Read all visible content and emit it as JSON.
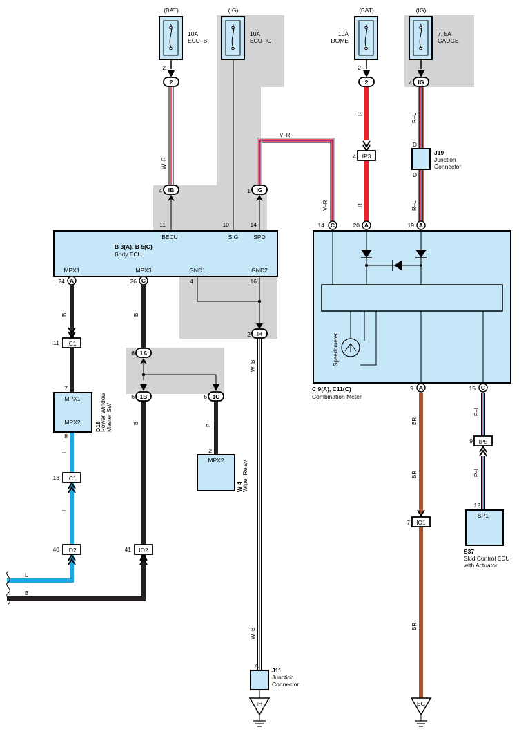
{
  "fuses": {
    "ecu_b": {
      "source": "(BAT)",
      "rating": "10A",
      "name": "ECU–B"
    },
    "ecu_ig": {
      "source": "(IG)",
      "rating": "10A",
      "name": "ECU–IG"
    },
    "dome": {
      "source": "(BAT)",
      "rating": "10A",
      "name": "DOME"
    },
    "gauge": {
      "source": "(IG)",
      "rating": "7. 5A",
      "name": "GAUGE"
    }
  },
  "connectors": {
    "c2a": {
      "code": "2",
      "pin": "2"
    },
    "c2b": {
      "code": "2",
      "pin": "2"
    },
    "ig_top": {
      "code": "IG",
      "pin": "4"
    },
    "ib": {
      "code": "IB",
      "pin": "4"
    },
    "ig_mid": {
      "code": "IG",
      "pin": "1"
    },
    "ip3": {
      "code": "IP3",
      "pin": "4"
    },
    "ih_top": {
      "code": "IH",
      "pin": "2"
    },
    "ic1a": {
      "code": "IC1",
      "pin": "11"
    },
    "ic1b": {
      "code": "IC1",
      "pin": "13"
    },
    "onea": {
      "code": "1A",
      "pin": "6"
    },
    "oneb": {
      "code": "1B",
      "pin": "6"
    },
    "onec": {
      "code": "1C",
      "pin": "6"
    },
    "id2a": {
      "code": "ID2",
      "pin": "40"
    },
    "id2b": {
      "code": "ID2",
      "pin": "41"
    },
    "io1": {
      "code": "IO1",
      "pin": "7"
    },
    "ip5": {
      "code": "IP5",
      "pin": "9"
    }
  },
  "wires": {
    "w_r": "W–R",
    "v_r": "V–R",
    "r": "R",
    "r_l": "R–L",
    "b": "B",
    "l": "L",
    "w_b": "W–B",
    "br": "BR",
    "p_l": "P–L"
  },
  "body_ecu": {
    "code": "B 3(A), B 5(C)",
    "name": "Body ECU",
    "pins_top": [
      {
        "label": "BECU",
        "num": "11"
      },
      {
        "label": "SIG",
        "num": "10"
      },
      {
        "label": "SPD",
        "num": "14"
      }
    ],
    "pins_bottom": [
      {
        "label": "MPX1",
        "num": "24",
        "conn": "A"
      },
      {
        "label": "MPX3",
        "num": "26",
        "conn": "C"
      },
      {
        "label": "GND1",
        "num": "4"
      },
      {
        "label": "GND2",
        "num": "16"
      }
    ]
  },
  "meter": {
    "code": "C 9(A), C11(C)",
    "name": "Combination Meter",
    "gauge_label": "Speedometer",
    "pins_top": [
      {
        "num": "14",
        "conn": "C"
      },
      {
        "num": "20",
        "conn": "A"
      },
      {
        "num": "19",
        "conn": "A"
      }
    ],
    "pins_bottom": [
      {
        "num": "9",
        "conn": "A"
      },
      {
        "num": "15",
        "conn": "C"
      }
    ]
  },
  "j19": {
    "code": "J19",
    "name1": "Junction",
    "name2": "Connector",
    "pin_top": "D",
    "pin_bottom": "D"
  },
  "j11": {
    "code": "J11",
    "name1": "Junction",
    "name2": "Connector",
    "pin": "A"
  },
  "d18": {
    "code": "D18",
    "name1": "Power Window",
    "name2": "Master SW",
    "pin1": "MPX1",
    "pin2": "MPX2",
    "num1": "7",
    "num2": "8"
  },
  "w4": {
    "code": "W 4",
    "name": "Wiper Relay",
    "pin": "MPX2",
    "num": "2"
  },
  "s37": {
    "code": "S37",
    "name1": "Skid Control ECU",
    "name2": "with Actuator",
    "pin": "SP1",
    "num": "12"
  },
  "grounds": {
    "ih": "IH",
    "eg": "EG"
  },
  "colors": {
    "red": "#e8232a",
    "blue": "#1ba8e4",
    "black": "#231f20",
    "brown": "#a5522f",
    "box": "#c5e7f7",
    "shade": "#d1d3d4"
  }
}
